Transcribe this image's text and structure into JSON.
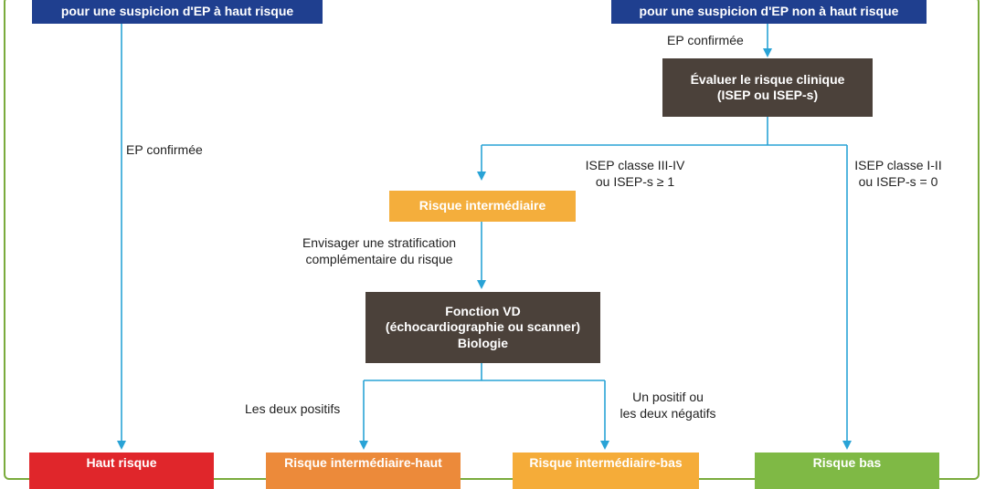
{
  "boxes": {
    "high_risk_suspicion": "pour une suspicion d'EP à haut risque",
    "non_high_risk_suspicion": "pour une suspicion d'EP non à haut risque",
    "evaluate_clinical_risk": "Évaluer le risque clinique\n(ISEP ou ISEP-s)",
    "intermediate_risk": "Risque intermédiaire",
    "rv_function": "Fonction VD\n(échocardiographie ou scanner)\nBiologie",
    "high_risk": "Haut risque",
    "intermediate_high_risk": "Risque intermédiaire-haut",
    "intermediate_low_risk": "Risque intermédiaire-bas",
    "low_risk": "Risque bas"
  },
  "labels": {
    "ep_confirmed_left": "EP confirmée",
    "ep_confirmed_right": "EP confirmée",
    "isep_class_3_4": "ISEP classe III-IV\nou ISEP-s ≥ 1",
    "isep_class_1_2": "ISEP classe I-II\nou ISEP-s = 0",
    "consider_stratification": "Envisager une stratification\ncomplémentaire du risque",
    "both_positive": "Les deux positifs",
    "one_positive": "Un positif ou\nles deux négatifs"
  },
  "colors": {
    "navy": "#1f3f8f",
    "brown": "#4b413a",
    "yellow": "#f4ae3c",
    "red": "#e0262b",
    "orange": "#ec8a3a",
    "green": "#7fb945",
    "arrow": "#29a3d6",
    "frame": "#7aab3c"
  }
}
